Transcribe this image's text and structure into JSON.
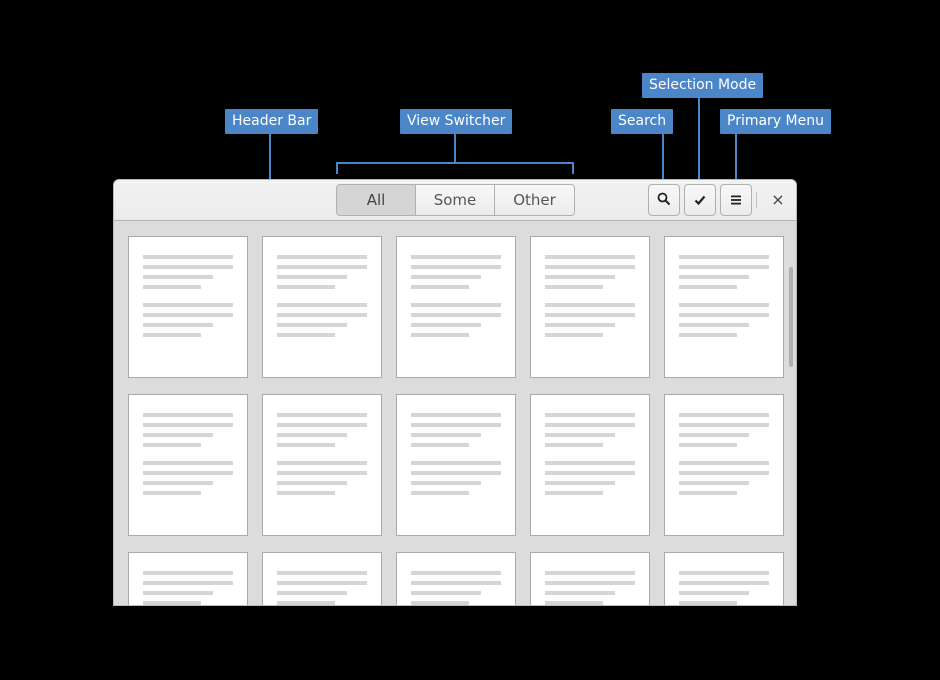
{
  "callouts": {
    "header_bar": "Header Bar",
    "view_switcher": "View Switcher",
    "search": "Search",
    "selection_mode": "Selection Mode",
    "primary_menu": "Primary Menu"
  },
  "view_switcher": {
    "tabs": [
      "All",
      "Some",
      "Other"
    ],
    "active_tab": "All"
  },
  "header_buttons": {
    "search_icon": "magnifier",
    "selection_mode_icon": "check-mark",
    "primary_menu_icon": "hamburger-menu",
    "close_glyph": "×"
  },
  "documents": {
    "rows_visible": 3,
    "columns": 5
  },
  "colors": {
    "callout": "#4a86c8",
    "background": "#000000"
  }
}
